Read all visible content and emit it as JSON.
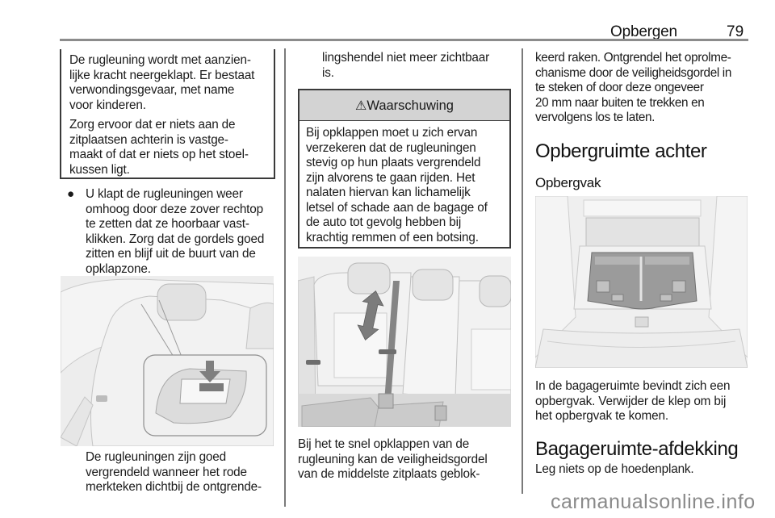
{
  "header": {
    "section_title": "Opbergen",
    "page_number": "79"
  },
  "column1": {
    "notice_box": {
      "paragraphs": [
        "De rugleuning wordt met aanzien-lijke kracht neergeklapt. Er bestaat verwondingsgevaar, met name voor kinderen.",
        "Zorg ervoor dat er niets aan de zitplaatsen achterin is vastge-maakt of dat er niets op het stoel-kussen ligt."
      ],
      "lines": [
        [
          "De rugleuning wordt met aanzien-",
          "lijke kracht neergeklapt. Er bestaat",
          "verwondingsgevaar, met name",
          "voor kinderen."
        ],
        [
          "Zorg ervoor dat er niets aan de",
          "zitplaatsen achterin is vastge-",
          "maakt of dat er niets op het stoel-",
          "kussen ligt."
        ]
      ]
    },
    "bullet": {
      "marker": "●",
      "lines": [
        "U klapt de rugleuningen weer",
        "omhoog door deze zover rechtop",
        "te zetten dat ze hoorbaar vast-",
        "klikken. Zorg dat de gordels goed",
        "zitten en blijf uit de buurt van de",
        "opklapzone."
      ]
    },
    "figure": {
      "description": "Illustration of rear seat backrest release lever with down arrow and red marker detail inset",
      "icon": "down-arrow-icon"
    },
    "caption_lines": [
      "De rugleuningen zijn goed",
      "vergrendeld wanneer het rode",
      "merkteken dichtbij de ontgrende-"
    ]
  },
  "column2": {
    "continuation_lines": [
      "lingshendel niet meer zichtbaar",
      "is."
    ],
    "warning": {
      "icon": "warning-triangle-icon",
      "icon_glyph": "⚠",
      "title": "Waarschuwing",
      "lines": [
        "Bij opklappen moet u zich ervan",
        "verzekeren dat de rugleuningen",
        "stevig op hun plaats vergrendeld",
        "zijn alvorens te gaan rijden. Het",
        "nalaten hiervan kan lichamelijk",
        "letsel of schade aan de bagage of",
        "de auto tot gevolg hebben bij",
        "krachtig remmen of een botsing."
      ]
    },
    "figure": {
      "description": "Illustration of rear bench seat with middle seat belt and double-headed up/down arrow",
      "icon": "double-arrow-icon"
    },
    "text_lines": [
      "Bij het te snel opklappen van de",
      "rugleuning kan de veiligheidsgordel",
      "van de middelste zitplaats geblok-"
    ]
  },
  "column3": {
    "continuation_lines": [
      "keerd raken. Ontgrendel het oprolme-",
      "chanisme door de veiligheidsgordel in",
      "te steken of door deze ongeveer",
      "20 mm naar buiten te trekken en",
      "vervolgens los te laten."
    ],
    "heading": "Opbergruimte achter",
    "subheading": "Opbergvak",
    "figure": {
      "description": "Illustration of open car boot with underfloor storage compartment"
    },
    "text_lines": [
      "In de bagageruimte bevindt zich een",
      "opbergvak. Verwijder de klep om bij",
      "het opbergvak te komen."
    ],
    "heading2": "Bagageruimte-afdekking",
    "text2": "Leg niets op de hoedenplank."
  },
  "watermark": "carmanualsonline.info",
  "colors": {
    "rule": "#8c8c8c",
    "warning_header_bg": "#d3d3d3",
    "box_border": "#3a3a3a",
    "figure_bg": "#ececec"
  }
}
